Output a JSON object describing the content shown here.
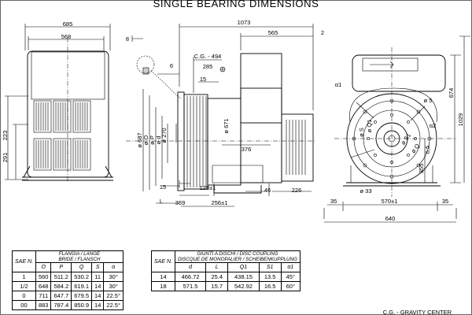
{
  "title": "SINGLE BEARING DIMENSIONS",
  "footer_note": "C.G. - GRAVITY CENTER",
  "front_view_dims": {
    "width_total": "685",
    "width_inner": "568",
    "height_upper": "223",
    "height_lower": "291"
  },
  "side_view_dims": {
    "length_total": "1073",
    "length_565": "565",
    "gap_2": "2",
    "cg": "C.G. - 494",
    "len_285": "285",
    "dim_8": "8",
    "dim_6": "6",
    "dim_15_top": "15",
    "dia_687": "ø 687",
    "dia_O": "ø O",
    "dia_P": "ø P",
    "dia_d": "ø d",
    "dia_270": "ø 270",
    "dia_671": "ø 671",
    "len_376": "376",
    "dim_15_bottom": "15",
    "len_128": "128±1",
    "len_46": "46",
    "len_226": "226",
    "label_L": "L",
    "len_369": "369",
    "len_256": "256±1"
  },
  "end_view_dims": {
    "h_674": "674",
    "h_1029": "1029",
    "h_355": "355",
    "h_0_5": "0,5",
    "dia_5": "ø 5",
    "alpha1": "α1",
    "alpha2": "α2",
    "dia_S": "ø S",
    "dia_Q1": "ø Q1",
    "dia_S1": "ø S1",
    "dia_Q": "ø Q",
    "dia_33": "ø 33",
    "w_35_left": "35",
    "w_570": "570±1",
    "w_35_right": "35",
    "w_640": "640"
  },
  "flange_table": {
    "sae_header": "SAE N.",
    "header_line1": "FLANGIA / LANGE",
    "header_line2": "BRIDE / FLANSCH",
    "columns": [
      "O",
      "P",
      "Q",
      "S",
      "α"
    ],
    "rows": [
      [
        "1",
        "560",
        "511.2",
        "530.2",
        "11",
        "30°"
      ],
      [
        "1/2",
        "648",
        "584.2",
        "619.1",
        "14",
        "30°"
      ],
      [
        "0",
        "711",
        "647.7",
        "679.5",
        "14",
        "22.5°"
      ],
      [
        "00",
        "883",
        "787.4",
        "850.9",
        "14",
        "22.5°"
      ]
    ]
  },
  "coupling_table": {
    "sae_header": "SAE N.",
    "header_line1": "GIUNTI A DISCHI / DISC COUPLING",
    "header_line2": "DISCQUE DE MONOPALIER / SCHEIBENKUPPLUNG",
    "columns": [
      "d",
      "L",
      "Q1",
      "S1",
      "α1"
    ],
    "rows": [
      [
        "14",
        "466.72",
        "25.4",
        "438.15",
        "13.5",
        "45°"
      ],
      [
        "18",
        "571.5",
        "15.7",
        "542.92",
        "16.5",
        "60°"
      ]
    ]
  }
}
